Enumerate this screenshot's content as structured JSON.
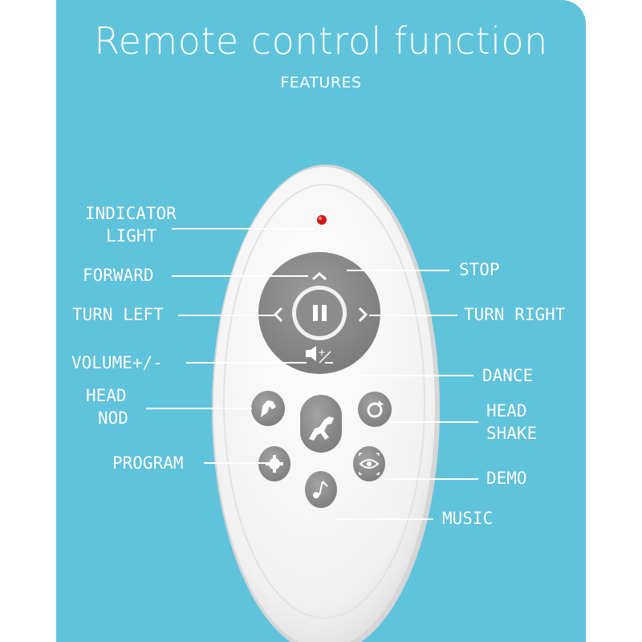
{
  "header": {
    "title": "Remote control function",
    "subtitle": "FEATURES"
  },
  "labels": {
    "indicator_light_1": "INDICATOR",
    "indicator_light_2": "LIGHT",
    "forward": "FORWARD",
    "turn_left": "TURN LEFT",
    "volume": "VOLUME+/-",
    "head_nod_1": "HEAD",
    "head_nod_2": "NOD",
    "program": "PROGRAM",
    "stop": "STOP",
    "turn_right": "TURN RIGHT",
    "dance": "DANCE",
    "head_shake_1": "HEAD",
    "head_shake_2": "SHAKE",
    "demo": "DEMO",
    "music": "MUSIC"
  },
  "colors": {
    "background": "#5fc3dc",
    "remote_body": "#f7f7f7",
    "dpad": "#8a8a8a",
    "button": "#8e8e8e",
    "indicator": "#d01818",
    "text": "#ffffff"
  },
  "icons": {
    "indicator": "led-icon",
    "forward": "chevron-up-icon",
    "turn_left": "chevron-left-icon",
    "turn_right": "chevron-right-icon",
    "stop": "pause-icon",
    "volume": "speaker-icon",
    "head_nod": "horse-head-icon",
    "dance": "horse-icon",
    "head_shake": "rotate-icon",
    "program": "gear-icon",
    "demo": "eye-icon",
    "music": "music-note-icon"
  }
}
